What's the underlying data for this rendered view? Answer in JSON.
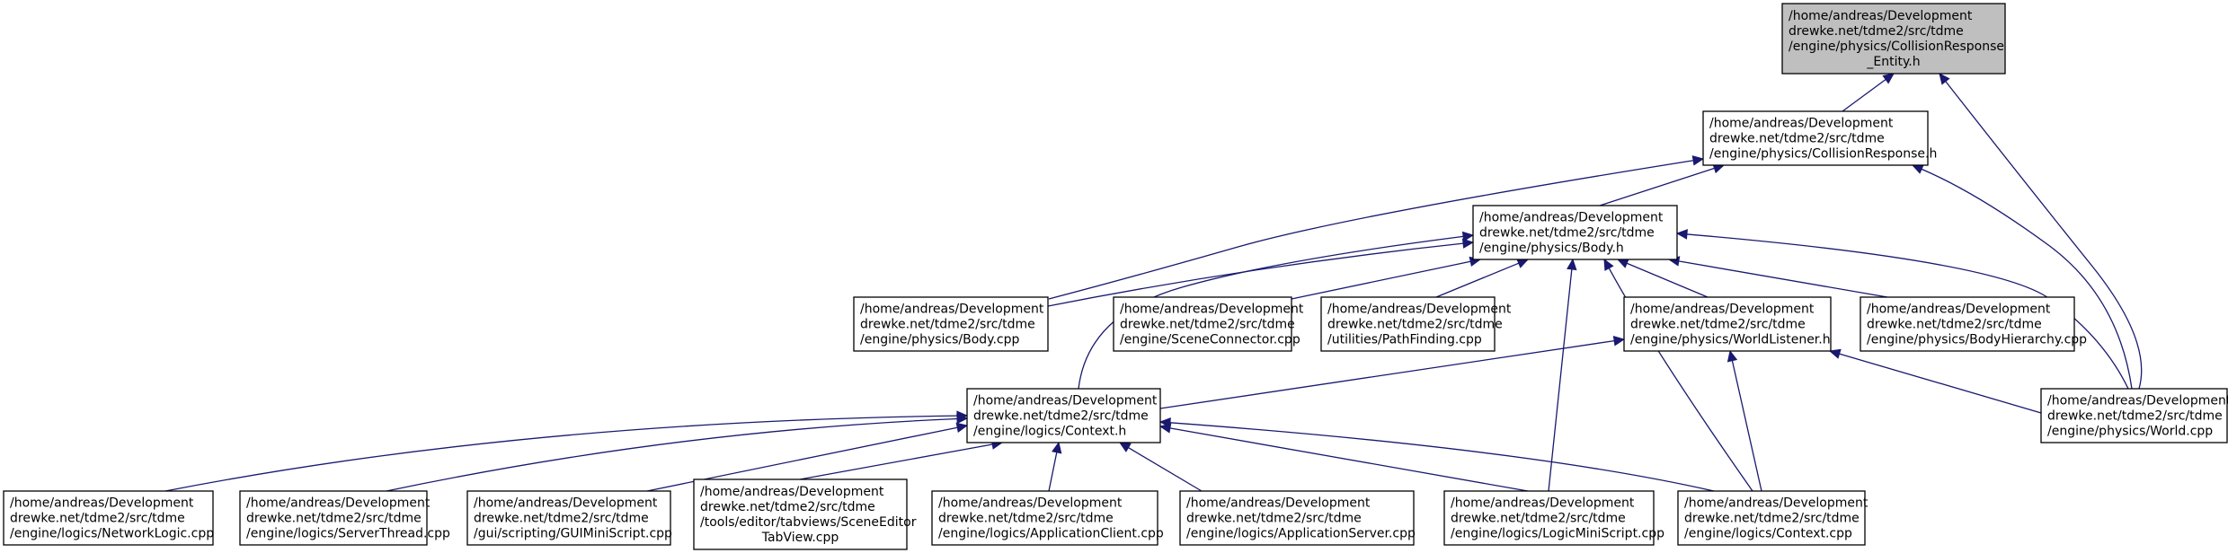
{
  "graph": {
    "edge_color": "#191970",
    "root_fill": "#bfbfbf",
    "node_fill": "#ffffff",
    "nodes": [
      {
        "id": "collision_entity",
        "lines": [
          "/home/andreas/Development",
          "drewke.net/tdme2/src/tdme",
          "/engine/physics/CollisionResponse",
          "_Entity.h"
        ],
        "root": true
      },
      {
        "id": "collision_response",
        "lines": [
          "/home/andreas/Development",
          "drewke.net/tdme2/src/tdme",
          "/engine/physics/CollisionResponse.h"
        ]
      },
      {
        "id": "body_h",
        "lines": [
          "/home/andreas/Development",
          "drewke.net/tdme2/src/tdme",
          "/engine/physics/Body.h"
        ]
      },
      {
        "id": "body_cpp",
        "lines": [
          "/home/andreas/Development",
          "drewke.net/tdme2/src/tdme",
          "/engine/physics/Body.cpp"
        ]
      },
      {
        "id": "scene_connector",
        "lines": [
          "/home/andreas/Development",
          "drewke.net/tdme2/src/tdme",
          "/engine/SceneConnector.cpp"
        ]
      },
      {
        "id": "path_finding",
        "lines": [
          "/home/andreas/Development",
          "drewke.net/tdme2/src/tdme",
          "/utilities/PathFinding.cpp"
        ]
      },
      {
        "id": "world_listener",
        "lines": [
          "/home/andreas/Development",
          "drewke.net/tdme2/src/tdme",
          "/engine/physics/WorldListener.h"
        ]
      },
      {
        "id": "body_hierarchy",
        "lines": [
          "/home/andreas/Development",
          "drewke.net/tdme2/src/tdme",
          "/engine/physics/BodyHierarchy.cpp"
        ]
      },
      {
        "id": "world_cpp",
        "lines": [
          "/home/andreas/Development",
          "drewke.net/tdme2/src/tdme",
          "/engine/physics/World.cpp"
        ]
      },
      {
        "id": "context_h",
        "lines": [
          "/home/andreas/Development",
          "drewke.net/tdme2/src/tdme",
          "/engine/logics/Context.h"
        ]
      },
      {
        "id": "network_logic",
        "lines": [
          "/home/andreas/Development",
          "drewke.net/tdme2/src/tdme",
          "/engine/logics/NetworkLogic.cpp"
        ]
      },
      {
        "id": "server_thread",
        "lines": [
          "/home/andreas/Development",
          "drewke.net/tdme2/src/tdme",
          "/engine/logics/ServerThread.cpp"
        ]
      },
      {
        "id": "gui_mini_script",
        "lines": [
          "/home/andreas/Development",
          "drewke.net/tdme2/src/tdme",
          "/gui/scripting/GUIMiniScript.cpp"
        ]
      },
      {
        "id": "scene_editor",
        "lines": [
          "/home/andreas/Development",
          "drewke.net/tdme2/src/tdme",
          "/tools/editor/tabviews/SceneEditor",
          "TabView.cpp"
        ]
      },
      {
        "id": "app_client",
        "lines": [
          "/home/andreas/Development",
          "drewke.net/tdme2/src/tdme",
          "/engine/logics/ApplicationClient.cpp"
        ]
      },
      {
        "id": "app_server",
        "lines": [
          "/home/andreas/Development",
          "drewke.net/tdme2/src/tdme",
          "/engine/logics/ApplicationServer.cpp"
        ]
      },
      {
        "id": "logic_mini_script",
        "lines": [
          "/home/andreas/Development",
          "drewke.net/tdme2/src/tdme",
          "/engine/logics/LogicMiniScript.cpp"
        ]
      },
      {
        "id": "context_cpp",
        "lines": [
          "/home/andreas/Development",
          "drewke.net/tdme2/src/tdme",
          "/engine/logics/Context.cpp"
        ]
      }
    ],
    "edges": [
      {
        "from": "collision_response",
        "to": "collision_entity"
      },
      {
        "from": "world_cpp",
        "to": "collision_entity"
      },
      {
        "from": "body_h",
        "to": "collision_response"
      },
      {
        "from": "body_cpp",
        "to": "collision_response"
      },
      {
        "from": "world_cpp",
        "to": "collision_response"
      },
      {
        "from": "body_cpp",
        "to": "body_h"
      },
      {
        "from": "scene_connector",
        "to": "body_h"
      },
      {
        "from": "path_finding",
        "to": "body_h"
      },
      {
        "from": "world_listener",
        "to": "body_h"
      },
      {
        "from": "body_hierarchy",
        "to": "body_h"
      },
      {
        "from": "world_cpp",
        "to": "body_h"
      },
      {
        "from": "context_h",
        "to": "body_h"
      },
      {
        "from": "logic_mini_script",
        "to": "body_h"
      },
      {
        "from": "context_cpp",
        "to": "body_h"
      },
      {
        "from": "context_h",
        "to": "world_listener"
      },
      {
        "from": "world_cpp",
        "to": "world_listener"
      },
      {
        "from": "context_cpp",
        "to": "world_listener"
      },
      {
        "from": "network_logic",
        "to": "context_h"
      },
      {
        "from": "server_thread",
        "to": "context_h"
      },
      {
        "from": "gui_mini_script",
        "to": "context_h"
      },
      {
        "from": "scene_editor",
        "to": "context_h"
      },
      {
        "from": "app_client",
        "to": "context_h"
      },
      {
        "from": "app_server",
        "to": "context_h"
      },
      {
        "from": "logic_mini_script",
        "to": "context_h"
      },
      {
        "from": "context_cpp",
        "to": "context_h"
      }
    ]
  }
}
